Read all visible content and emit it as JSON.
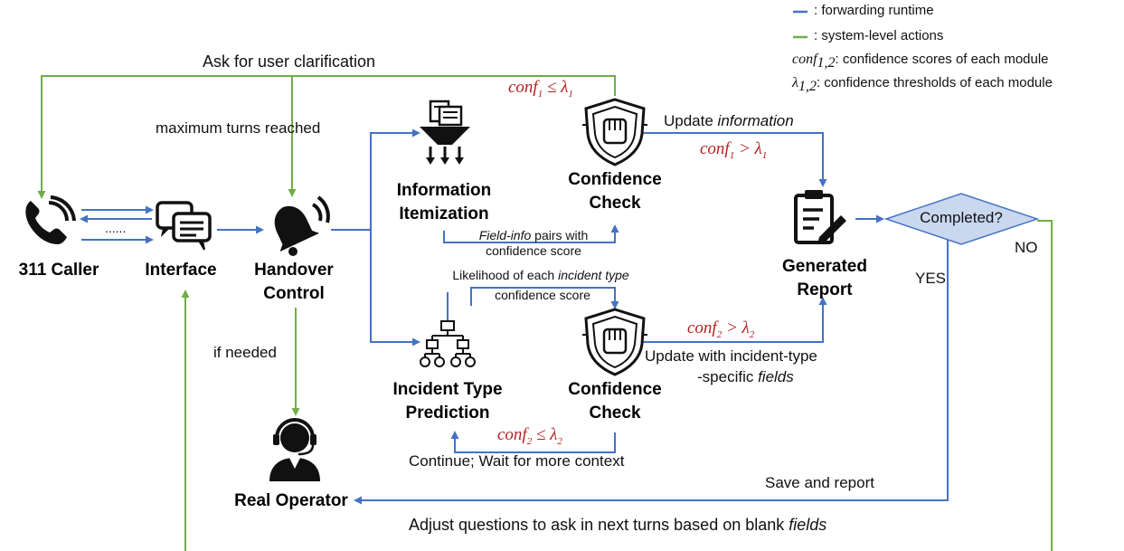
{
  "legend": {
    "forwarding": ": forwarding runtime",
    "system": ": system-level actions",
    "conf_sym": "conf",
    "conf_sub": "1,2",
    "conf_desc": ": confidence scores of each module",
    "lambda_sym": "λ",
    "lambda_sub": "1,2",
    "lambda_desc": ": confidence thresholds of each module"
  },
  "nodes": {
    "caller": "311 Caller",
    "interface": "Interface",
    "handover_1": "Handover",
    "handover_2": "Control",
    "itemization_1": "Information",
    "itemization_2": "Itemization",
    "confcheck_top_1": "Confidence",
    "confcheck_top_2": "Check",
    "prediction_1": "Incident Type",
    "prediction_2": "Prediction",
    "confcheck_bot_1": "Confidence",
    "confcheck_bot_2": "Check",
    "report_1": "Generated",
    "report_2": "Report",
    "completed": "Completed?",
    "operator": "Real Operator"
  },
  "labels": {
    "clarify": "Ask for user clarification",
    "max_turns": "maximum turns reached",
    "dots": "......",
    "if_needed": "if needed",
    "update_info_pre": "Update ",
    "update_info_em": "information",
    "field_info_em": "Field-info",
    "field_info_rest": " pairs with",
    "field_info_2": "confidence score",
    "likelihood_pre": "Likelihood of each ",
    "likelihood_em": "incident type",
    "likelihood_2": "confidence score",
    "update_incident_1": "Update with incident-type",
    "update_incident_2_pre": "-specific ",
    "update_incident_2_em": "fields",
    "continue": "Continue; Wait for more context",
    "yes": "YES",
    "no": "NO",
    "save": "Save and report",
    "adjust_pre": "Adjust questions to ask in next turns based on blank ",
    "adjust_em": "fields"
  },
  "conditions": {
    "c1_le": "conf",
    "c1_sub": "1",
    "c1_op": " ≤ λ",
    "c1_sub2": "1",
    "c1_gt": "conf",
    "c1_gt_sub": "1",
    "c1_gt_op": " > λ",
    "c1_gt_sub2": "1",
    "c2_gt": "conf",
    "c2_gt_sub": "2",
    "c2_gt_op": " > λ",
    "c2_gt_sub2": "2",
    "c2_le": "conf",
    "c2_le_sub": "2",
    "c2_le_op": " ≤ λ",
    "c2_le_sub2": "2"
  },
  "colors": {
    "forwarding": "#4472c4",
    "system": "#70ad47",
    "condition": "#b22222",
    "diamond_fill": "#c9d7ef",
    "diamond_stroke": "#4472c4"
  },
  "icons": [
    "phone-icon",
    "chat-icon",
    "bell-icon",
    "funnel-icon",
    "shield-fist-icon",
    "clipboard-icon",
    "hierarchy-icon",
    "operator-icon"
  ]
}
